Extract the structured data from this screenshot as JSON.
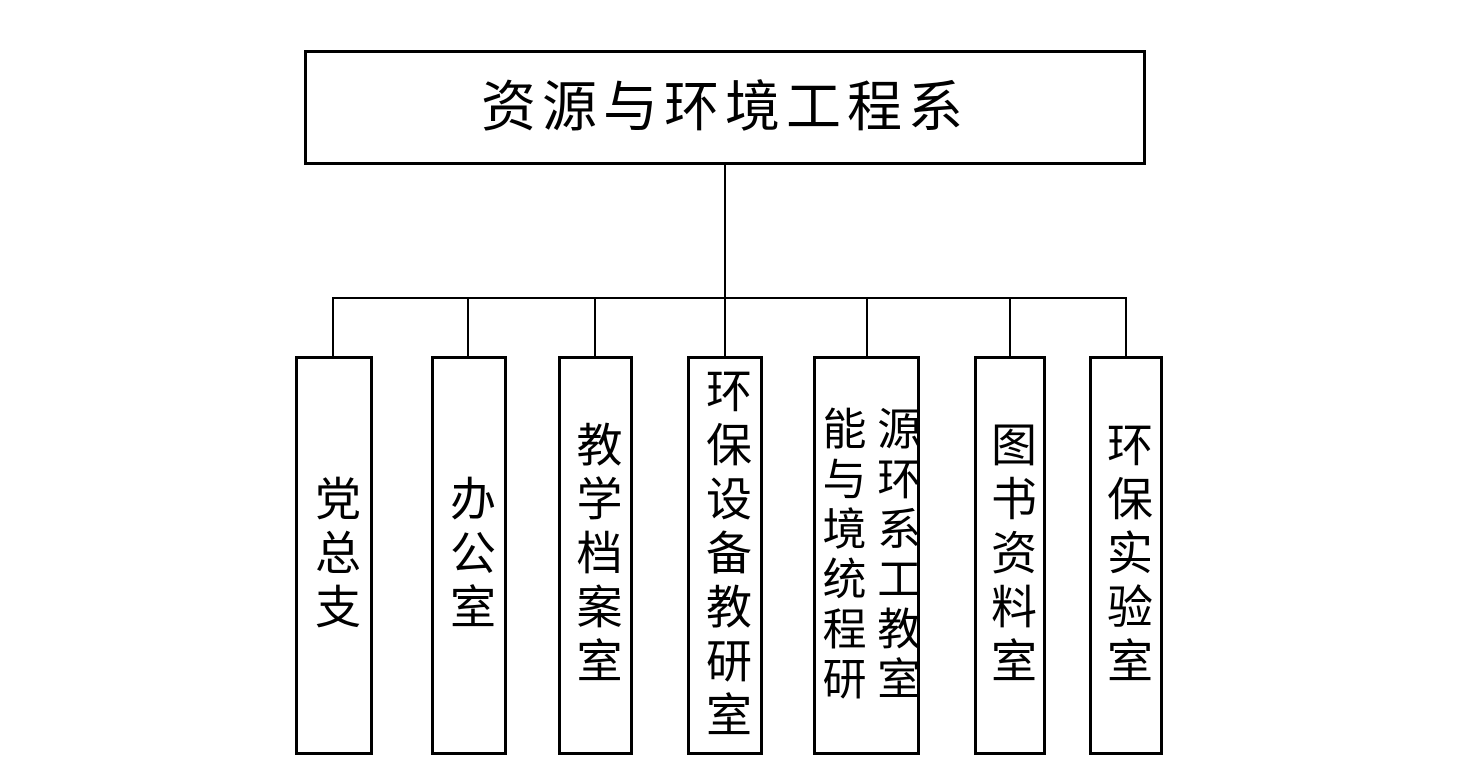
{
  "diagram": {
    "title": "资源与环境工程系",
    "type": "organization-chart",
    "orientation": "top-down",
    "text_direction": "vertical-rl",
    "colors": {
      "background": "#ffffff",
      "line": "#000000",
      "box_border": "#000000",
      "text": "#000000"
    },
    "root": {
      "label": "资源与环境工程系"
    },
    "children": [
      {
        "label": "党总支",
        "columns": [
          "党总支"
        ]
      },
      {
        "label": "办公室",
        "columns": [
          "办公室"
        ]
      },
      {
        "label": "教学档案室",
        "columns": [
          "教学档案室"
        ]
      },
      {
        "label": "环保设备教研室",
        "columns": [
          "环保设备教研室"
        ]
      },
      {
        "label": "能源与环境系统工程教研室",
        "columns": [
          "源环系工教室",
          "能与境统程研"
        ]
      },
      {
        "label": "图书资料室",
        "columns": [
          "图书资料室"
        ]
      },
      {
        "label": "环保实验室",
        "columns": [
          "环保实验室"
        ]
      }
    ]
  }
}
